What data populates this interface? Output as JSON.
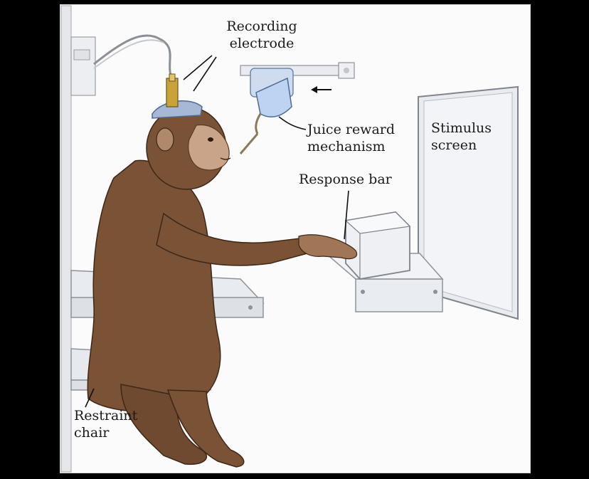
{
  "labels": {
    "recording_electrode": [
      "Recording",
      "electrode"
    ],
    "juice_reward": [
      "Juice reward",
      "mechanism"
    ],
    "stimulus_screen": [
      "Stimulus",
      "screen"
    ],
    "response_bar": [
      "Response bar"
    ],
    "restraint_chair": [
      "Restraint",
      "chair"
    ]
  },
  "colors": {
    "monkey_fur": "#7a5236",
    "monkey_dark": "#5a3a24",
    "skin": "#c9a488",
    "metal": "#dfe3ea",
    "metal_edge": "#8d939c",
    "electrode_cap": "#a7b7d6",
    "electrode_gold": "#c9a23a",
    "juice_blue": "#bcd3f2",
    "screen_face": "#e8ebef",
    "line": "#222222"
  }
}
